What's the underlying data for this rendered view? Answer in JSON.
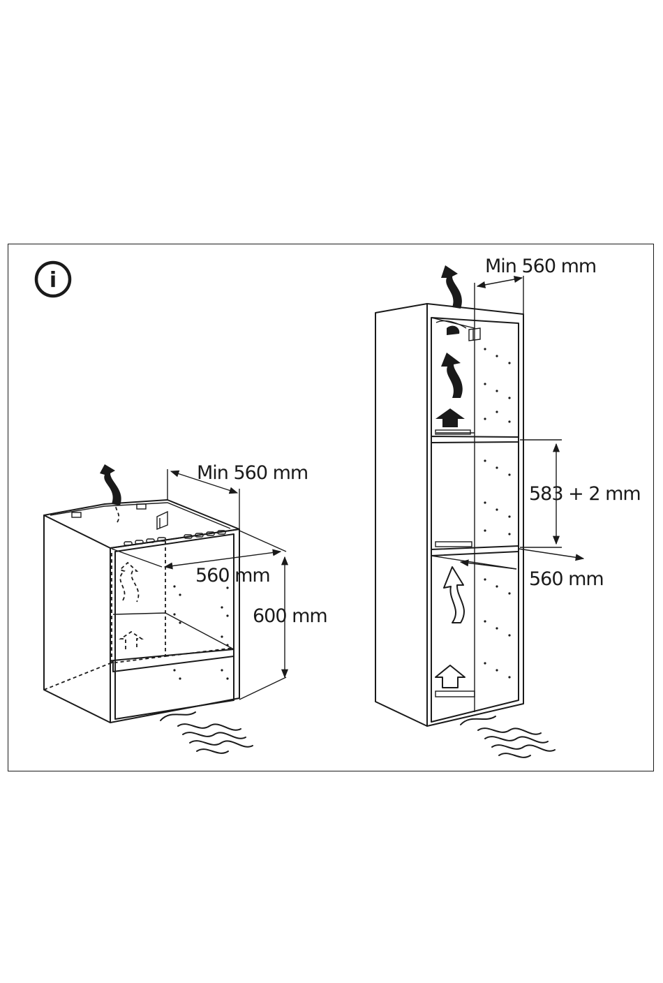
{
  "info_icon": {
    "icon": "info-circle-icon",
    "glyph": "i"
  },
  "left_cabinet": {
    "min_width_label": "Min 560 mm",
    "depth_label": "560 mm",
    "height_label": "600 mm"
  },
  "right_cabinet": {
    "min_width_label": "Min 560 mm",
    "niche_height_label": "583 + 2 mm",
    "depth_label": "560 mm"
  },
  "colors": {
    "line": "#1a1a1a",
    "background": "#ffffff"
  }
}
